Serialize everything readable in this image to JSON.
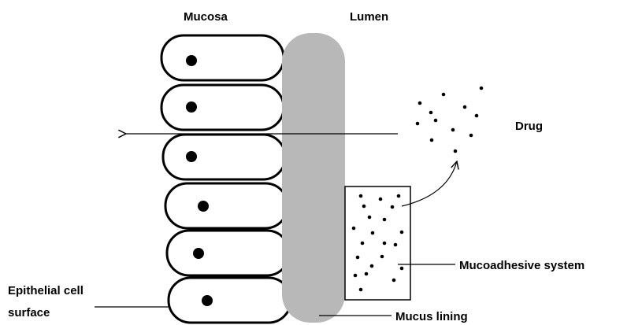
{
  "labels": {
    "mucosa": "Mucosa",
    "lumen": "Lumen",
    "drug": "Drug",
    "mucoadhesive_system": "Mucoadhesive system",
    "epithelial_line1": "Epithelial cell",
    "epithelial_line2": "surface",
    "mucus_lining": "Mucus lining"
  },
  "colors": {
    "mucus_fill": "#b8b8b8",
    "outline": "#000000",
    "background": "#ffffff"
  }
}
